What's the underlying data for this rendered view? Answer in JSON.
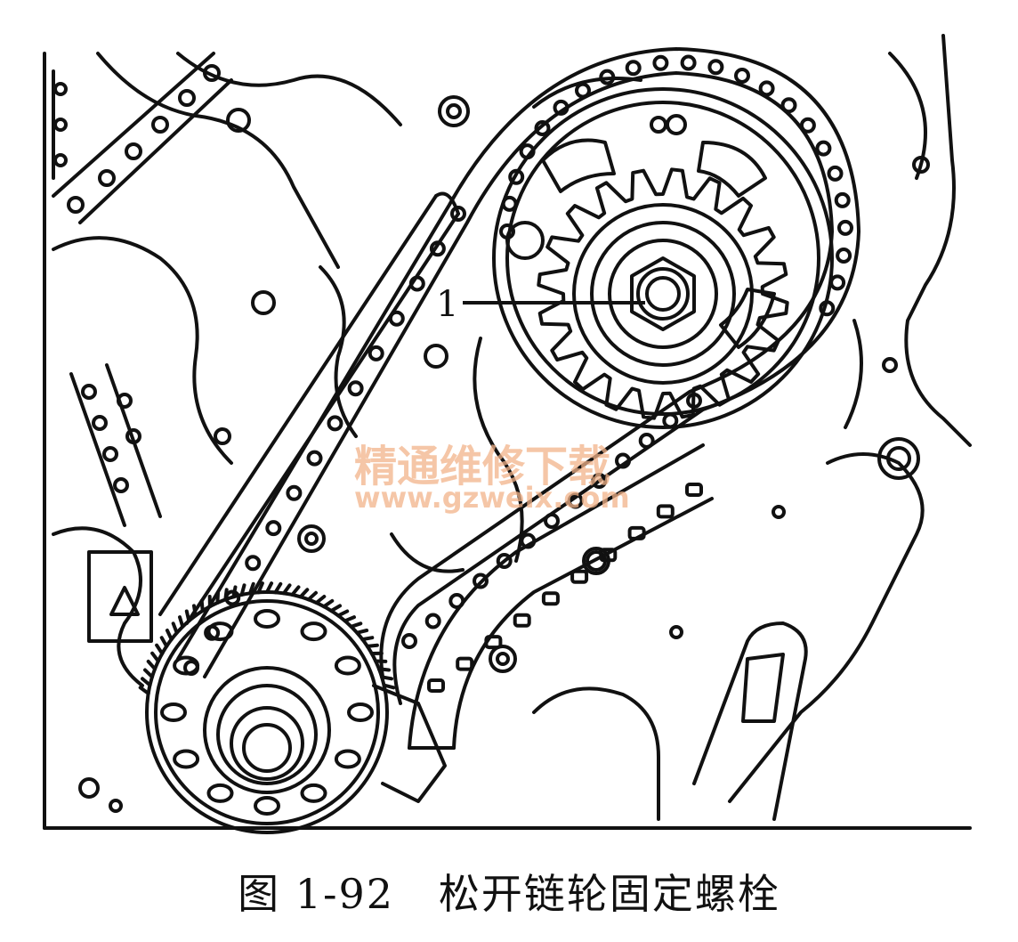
{
  "figure": {
    "number": "图 1-92",
    "title": "松开链轮固定螺栓"
  },
  "callouts": [
    {
      "label": "1",
      "target": "sprocket-retaining-bolt"
    }
  ],
  "watermark": {
    "cn": "精通维修下载",
    "url": "www.gzweix.com",
    "color": "#f2b38a"
  },
  "colors": {
    "line": "#111111",
    "background": "#ffffff"
  }
}
